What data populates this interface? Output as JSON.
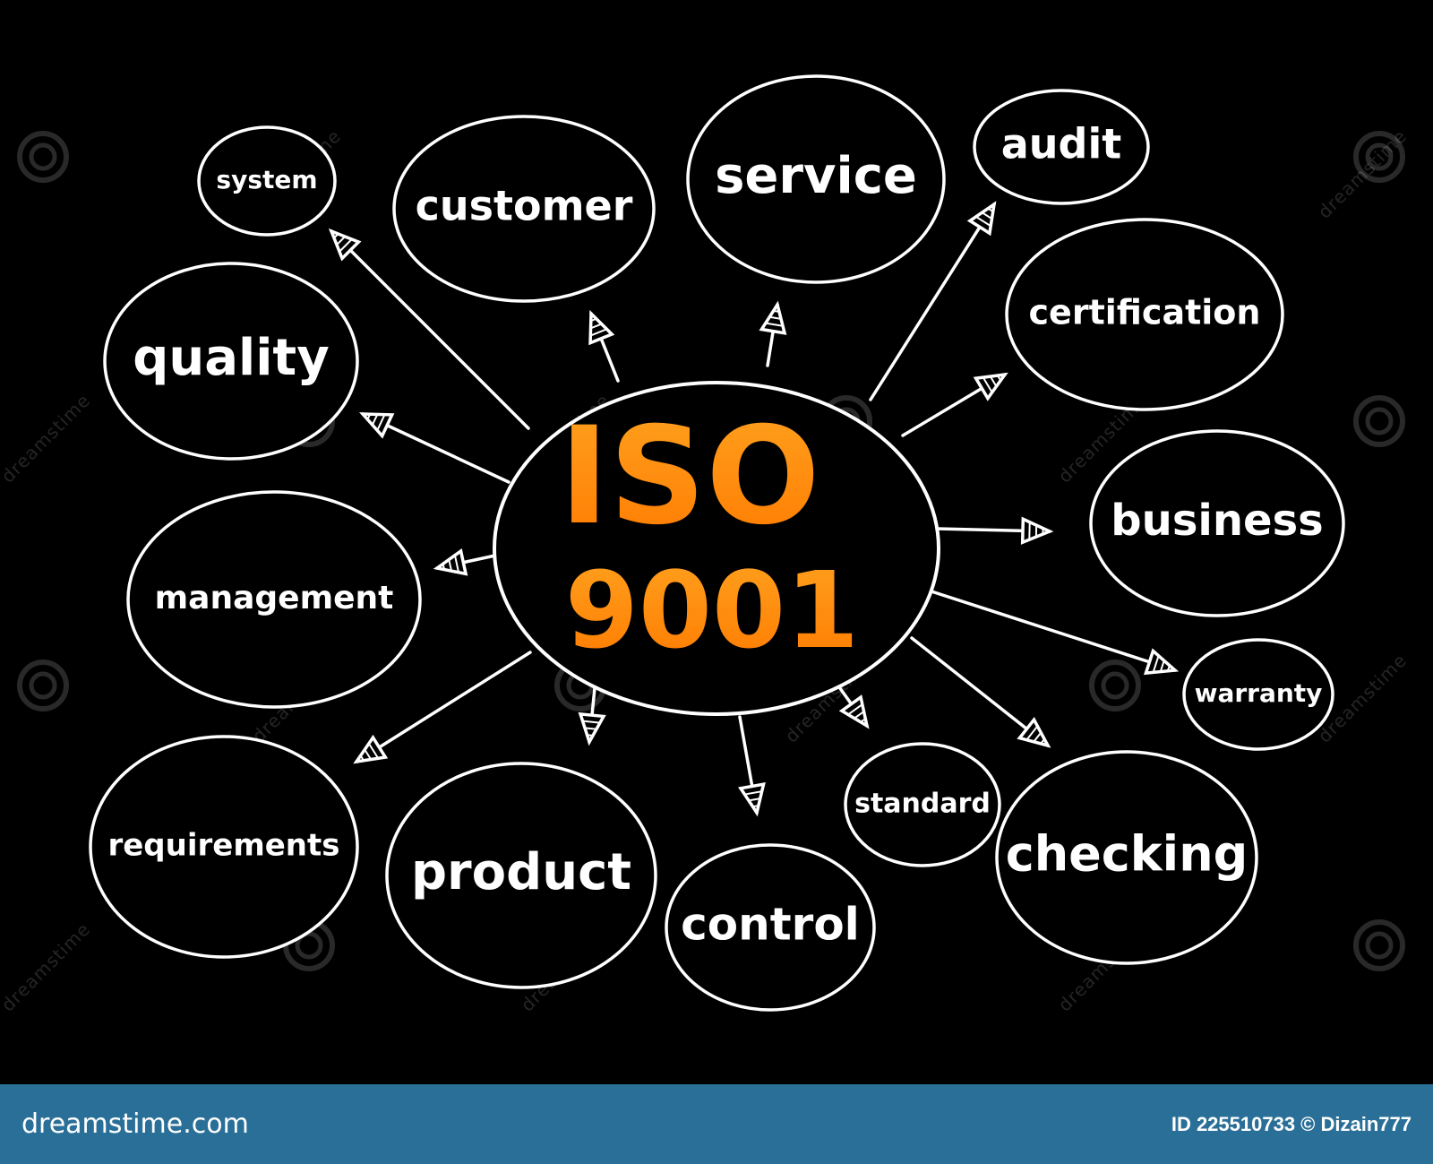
{
  "diagram": {
    "center": {
      "line1": "ISO",
      "line2": "9001"
    },
    "nodes": [
      {
        "id": "system",
        "label": "system"
      },
      {
        "id": "customer",
        "label": "customer"
      },
      {
        "id": "service",
        "label": "service"
      },
      {
        "id": "audit",
        "label": "audit"
      },
      {
        "id": "quality",
        "label": "quality"
      },
      {
        "id": "certification",
        "label": "certification"
      },
      {
        "id": "management",
        "label": "management"
      },
      {
        "id": "business",
        "label": "business"
      },
      {
        "id": "warranty",
        "label": "warranty"
      },
      {
        "id": "requirements",
        "label": "requirements"
      },
      {
        "id": "product",
        "label": "product"
      },
      {
        "id": "control",
        "label": "control"
      },
      {
        "id": "standard",
        "label": "standard"
      },
      {
        "id": "checking",
        "label": "checking"
      }
    ]
  },
  "watermark": {
    "text": "dreamstime"
  },
  "footer": {
    "brand": "dreamstime.com",
    "id_line": "ID 225510733 © Dizain777"
  },
  "colors": {
    "background": "#000000",
    "stroke": "#ffffff",
    "center_gradient_top": "#ffa21f",
    "center_gradient_bottom": "#ff7a00",
    "footer_bar": "#2a6f97"
  }
}
